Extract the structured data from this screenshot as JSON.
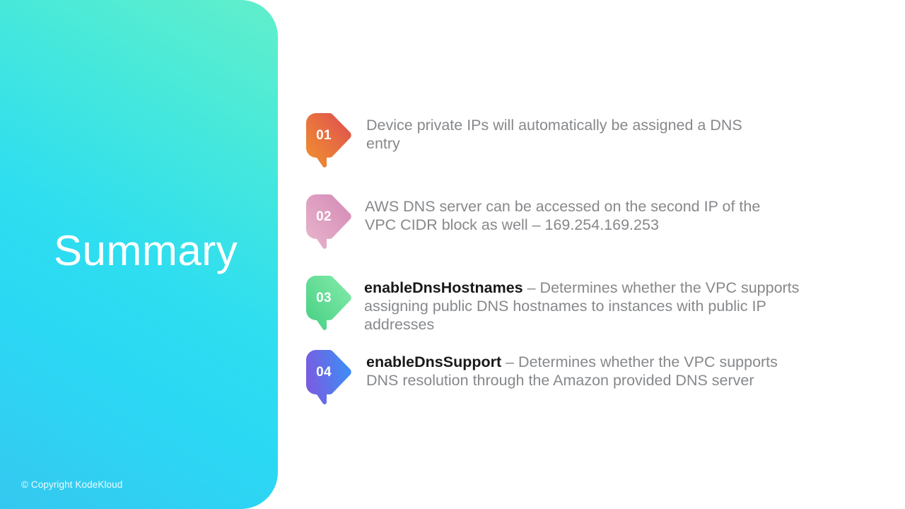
{
  "slide": {
    "title": "Summary",
    "copyright": "© Copyright KodeKloud",
    "background_color": "#ffffff",
    "panel_gradient_from": "#35c8f0",
    "panel_gradient_to": "#62efcb"
  },
  "bullets": [
    {
      "number": "01",
      "term": "",
      "text": "Device private IPs will automatically be assigned a DNS entry",
      "color_from": "#e0474c",
      "color_to": "#f2a33c"
    },
    {
      "number": "02",
      "term": "",
      "text": "AWS DNS server can be accessed on the second IP of the VPC CIDR block as well – 169.254.169.253",
      "color_from": "#e6a7c4",
      "color_to": "#d98bb8"
    },
    {
      "number": "03",
      "term": "enableDnsHostnames",
      "text": " – Determines whether the VPC supports assigning public DNS hostnames to instances with public IP addresses",
      "color_from": "#4fd98a",
      "color_to": "#7ee8a8"
    },
    {
      "number": "04",
      "term": "enableDnsSupport",
      "text": " – Determines whether the VPC supports DNS resolution through the Amazon provided DNS server",
      "color_from": "#7b5be0",
      "color_to": "#3d8ef5"
    }
  ]
}
